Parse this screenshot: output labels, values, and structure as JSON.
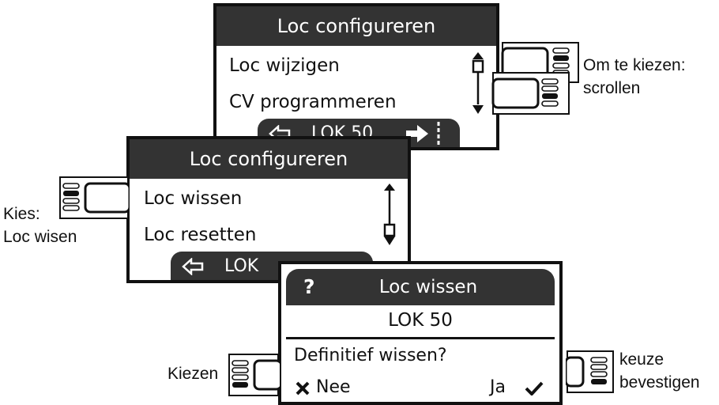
{
  "screen1": {
    "title": "Loc configureren",
    "items": [
      "Loc wijzigen",
      "CV programmeren"
    ],
    "footer": "LOK 50"
  },
  "screen2": {
    "title": "Loc configureren",
    "items": [
      "Loc wissen",
      "Loc resetten"
    ],
    "footer": "LOK"
  },
  "dialog": {
    "icon": "?",
    "title": "Loc wissen",
    "loco": "LOK 50",
    "question": "Definitief wissen?",
    "no_label": "Nee",
    "yes_label": "Ja"
  },
  "labels": {
    "scroll_line1": "Om te kiezen:",
    "scroll_line2": "scrollen",
    "kies_line1": "Kies:",
    "kies_line2": "Loc wisen",
    "kiezen": "Kiezen",
    "confirm_line1": "keuze",
    "confirm_line2": "bevestigen"
  },
  "icons": {
    "scroll_arrows": "scroll-arrows-icon",
    "back_arrow": "left-arrow-icon",
    "forward_arrow": "right-arrow-icon",
    "cross": "cross-icon",
    "check": "check-icon",
    "encoder_button": "encoder-button-icon"
  },
  "colors": {
    "titlebar": "#333333",
    "outline": "#111111",
    "background": "#ffffff"
  }
}
